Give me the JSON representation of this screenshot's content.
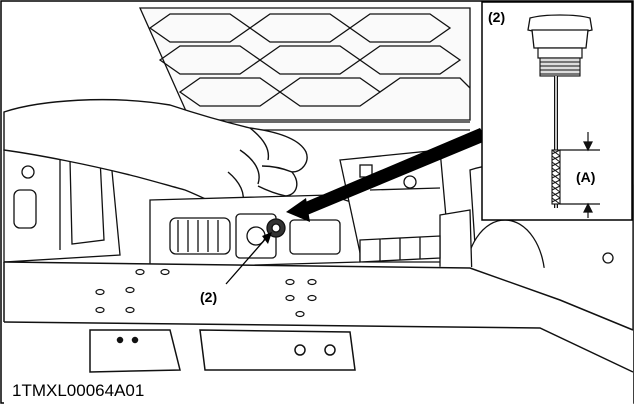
{
  "figure": {
    "callout_main": "(2)",
    "callout_inset": "(2)",
    "dimension_label": "(A)",
    "figure_code": "1TMXL00064A01"
  }
}
